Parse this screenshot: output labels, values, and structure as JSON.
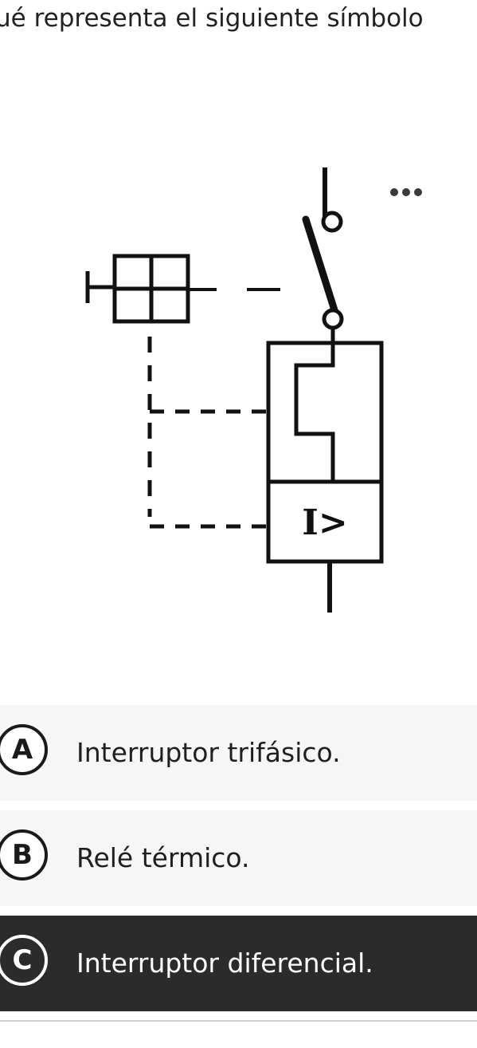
{
  "question": {
    "text": "ué representa el siguiente símbolo"
  },
  "symbol": {
    "relay_label": "I>"
  },
  "options": [
    {
      "letter": "A",
      "label": "Interruptor trifásico.",
      "selected": false
    },
    {
      "letter": "B",
      "label": "Relé térmico.",
      "selected": false
    },
    {
      "letter": "C",
      "label": "Interruptor diferencial.",
      "selected": true
    }
  ],
  "icons": {
    "more": "more-options-icon"
  }
}
